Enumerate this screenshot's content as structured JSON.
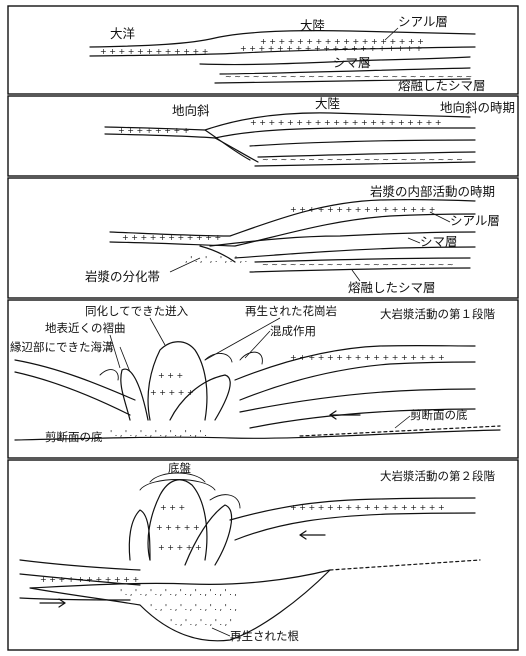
{
  "panel1": {
    "ocean": "大洋",
    "continent": "大陸",
    "sial": "シアル層",
    "sima": "シマ層",
    "molten_sima": "熔融したシマ層"
  },
  "panel2": {
    "geosyncline": "地向斜",
    "continent": "大陸",
    "stage": "地向斜の時期"
  },
  "panel3": {
    "stage": "岩漿の内部活動の時期",
    "sial": "シアル層",
    "sima": "シマ層",
    "differentiation": "岩漿の分化帯",
    "molten_sima": "熔融したシマ層"
  },
  "panel4": {
    "stage": "大岩漿活動の第１段階",
    "assimilation": "同化してできた迸入",
    "regenerated_granite": "再生された花崗岩",
    "near_surface_fold": "地表近くの褶曲",
    "migmatization": "混成作用",
    "marginal_trench": "縁辺部にできた海溝",
    "shear_base_left": "剪断面の底",
    "shear_base_right": "剪断面の底"
  },
  "panel5": {
    "stage": "大岩漿活動の第２段階",
    "batholith": "底盤",
    "regenerated_root": "再生された根"
  }
}
